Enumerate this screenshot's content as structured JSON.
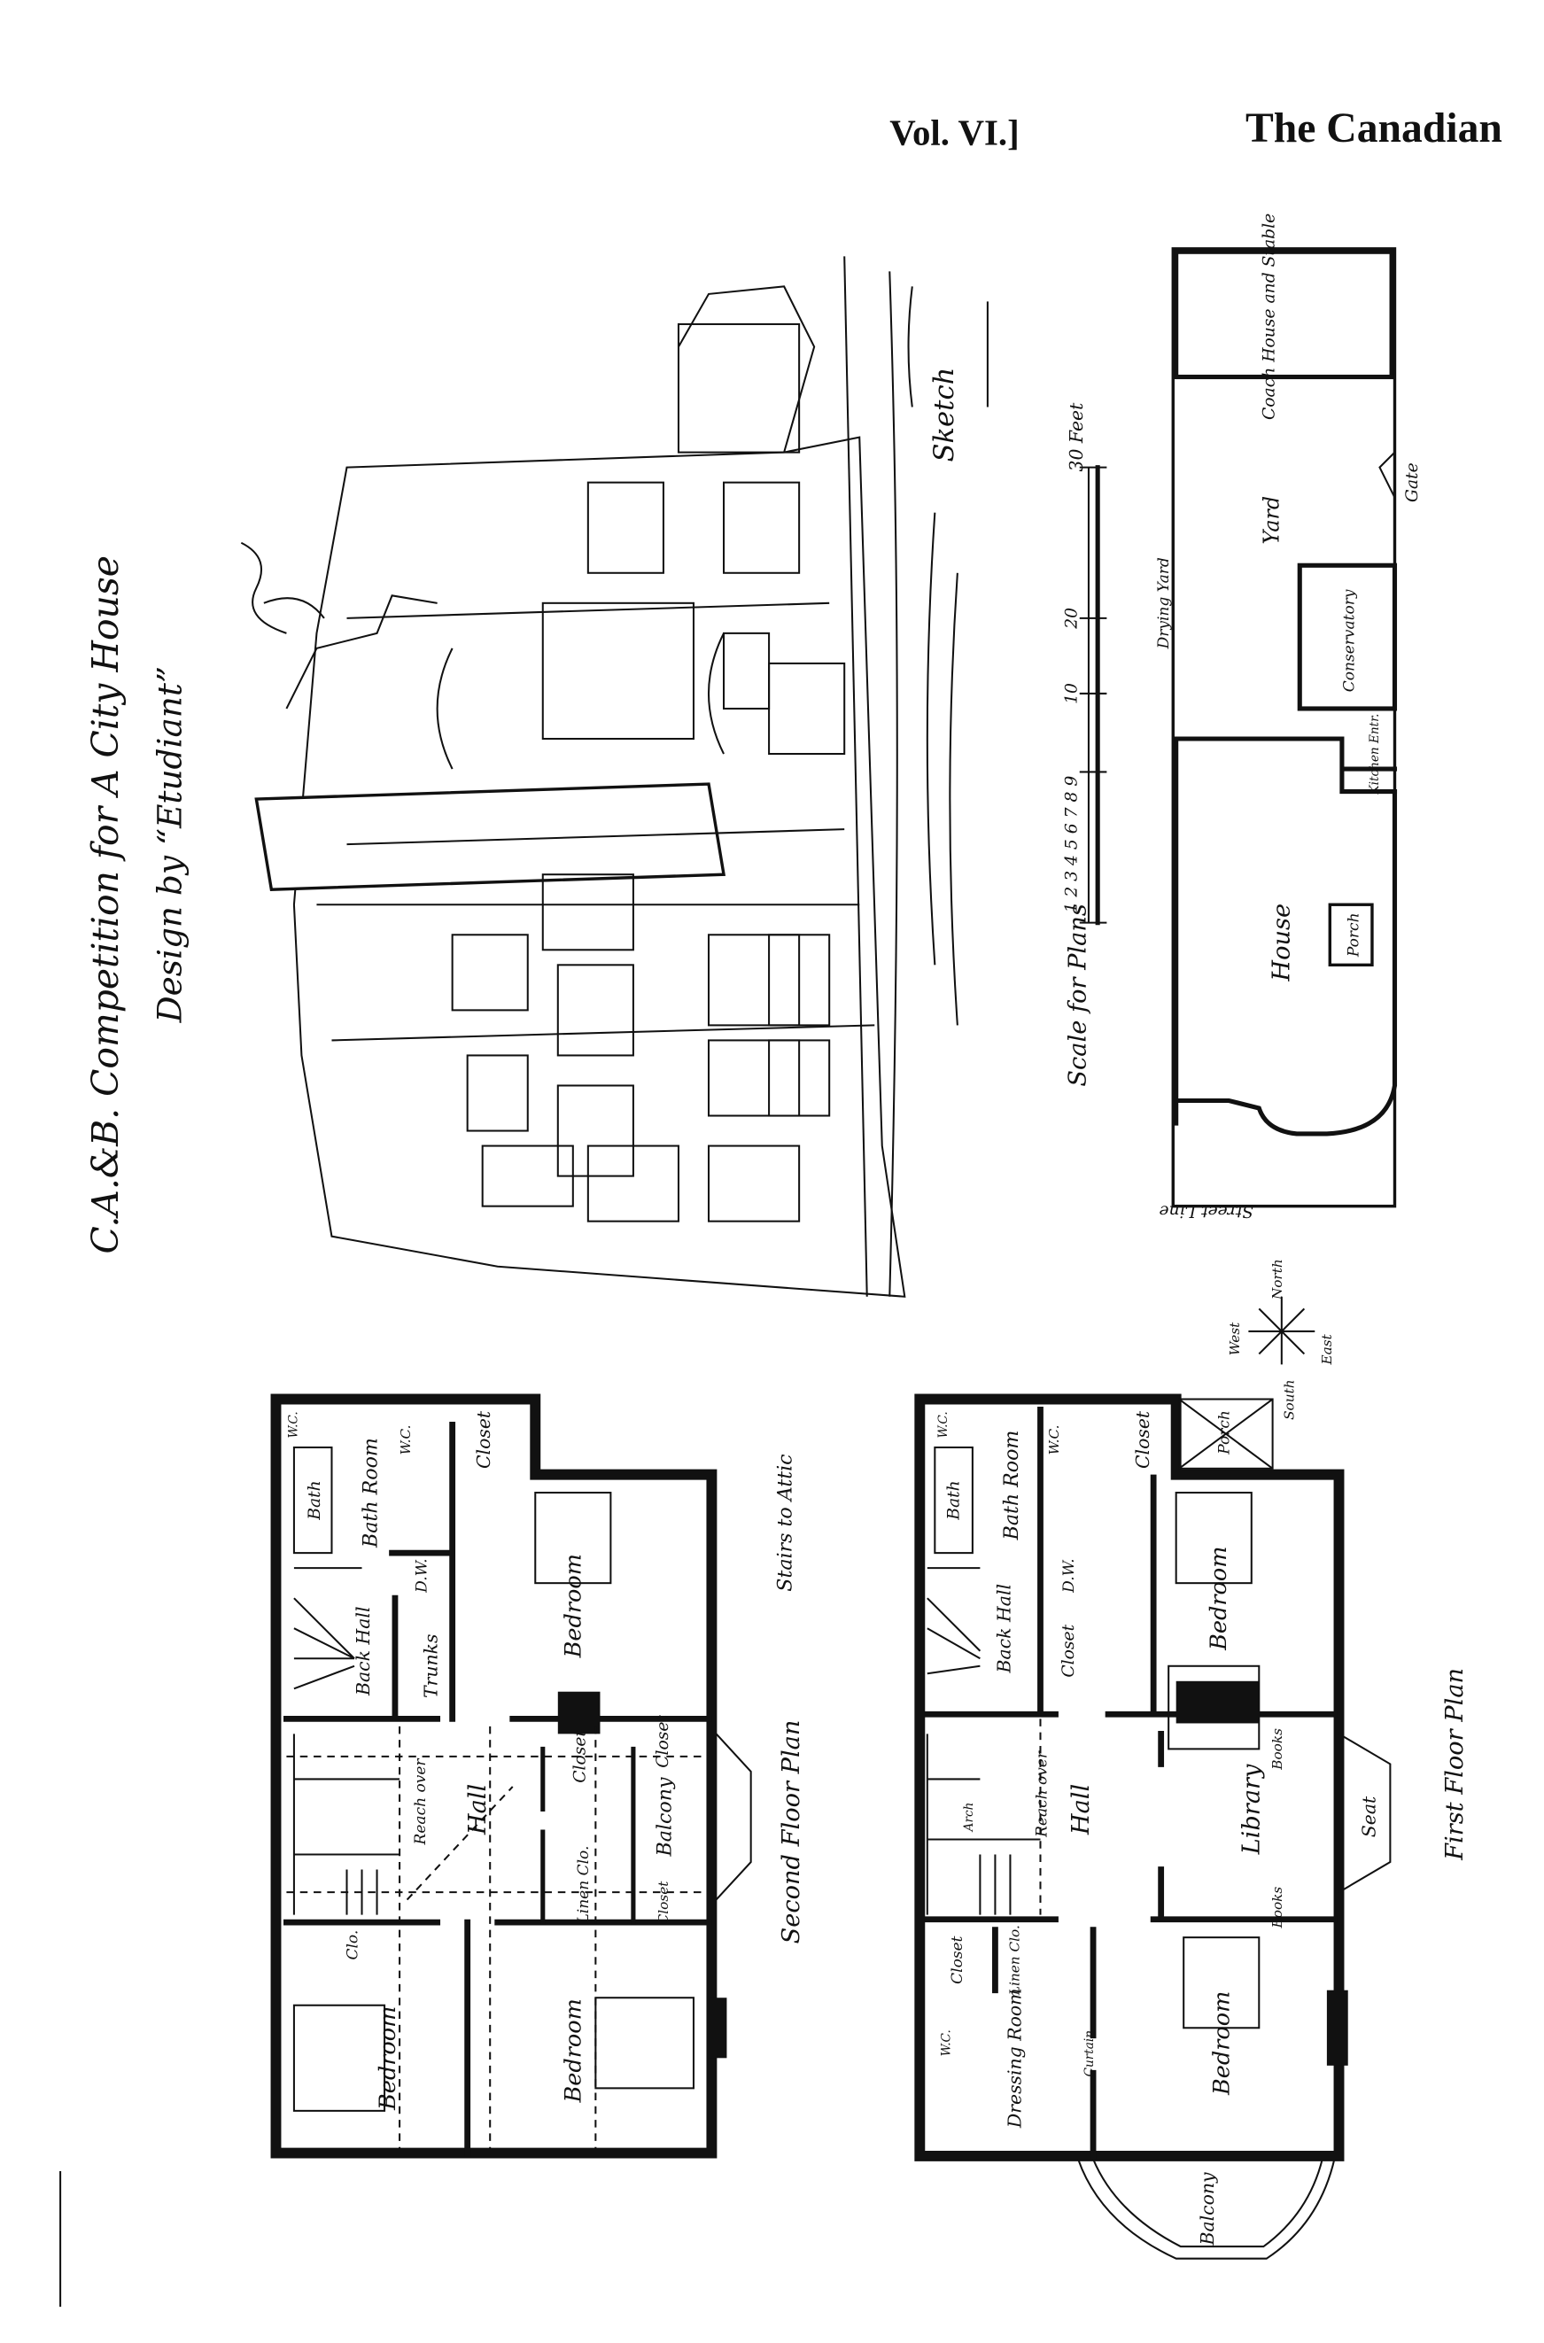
{
  "header": {
    "volume": "Vol. VI.]",
    "publication": "The Canadian"
  },
  "title": {
    "line1": "C.A.&B. Competition for A City House",
    "line2": "Design by “Etudiant”"
  },
  "sketch": {
    "label": "Sketch"
  },
  "scale": {
    "title": "Scale for Plans",
    "unit_label": "30 Feet",
    "ticks": [
      "1 2 3 4 5 6 7 8 9",
      "10",
      "20"
    ]
  },
  "site_plan": {
    "coach_house": "Coach House and Stable",
    "yard": "Yard",
    "gate": "Gate",
    "drying_yard": "Drying Yard",
    "conservatory": "Conservatory",
    "kitchen_entrance": "Kitchen Entr.",
    "porch": "Porch",
    "house": "House",
    "street_line": "Street Line"
  },
  "attic": {
    "label": "Stairs to Attic"
  },
  "second_floor": {
    "title": "Second Floor Plan",
    "rooms": {
      "wc": "W.C.",
      "bath": "Bath",
      "bath_room": "Bath Room",
      "wc2": "W.C.",
      "closet1": "Closet",
      "dw": "D.W.",
      "back_hall": "Back Hall",
      "trunks": "Trunks",
      "bedroom1": "Bedroom",
      "closet2": "Closet",
      "closet3": "Closet",
      "hall": "Hall",
      "reach_over": "Reach over",
      "balcony": "Balcony",
      "linen": "Linen Clo.",
      "closet4": "Closet",
      "bedroom2": "Bedroom",
      "bedroom3": "Bedroom",
      "clo": "Clo."
    }
  },
  "first_floor": {
    "title": "First Floor Plan",
    "rooms": {
      "wc": "W.C.",
      "bath": "Bath",
      "bath_room": "Bath Room",
      "wc2": "W.C.",
      "closet1": "Closet",
      "porch": "Porch",
      "dw": "D.W.",
      "back_hall": "Back Hall",
      "closet2": "Closet",
      "bedroom1": "Bedroom",
      "books1": "Books",
      "library": "Library",
      "seat": "Seat",
      "books2": "Books",
      "hall": "Hall",
      "reach_over": "Reach over",
      "arch": "Arch",
      "closet3": "Closet",
      "linen": "Linen Clo.",
      "wc3": "W.C.",
      "dressing_room": "Dressing Room",
      "curtain": "Curtain",
      "bedroom2": "Bedroom",
      "balcony": "Balcony"
    },
    "compass": {
      "north": "North",
      "south": "South",
      "east": "East",
      "west": "West"
    }
  }
}
